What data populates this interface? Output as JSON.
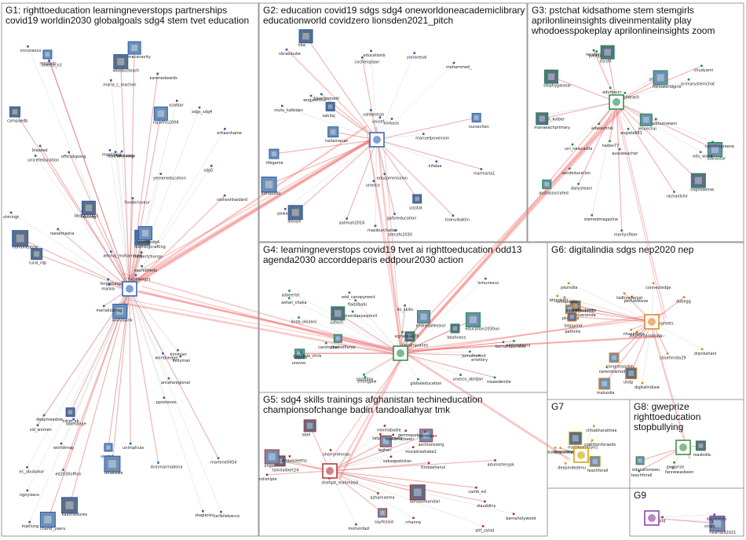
{
  "groups": [
    {
      "id": "G1",
      "lines": [
        "G1: righttoeducation learningneverstops partnerships",
        "covid19 worldin2030 globalgoals sdg4 stem tvet education"
      ]
    },
    {
      "id": "G2",
      "lines": [
        "G2: education covid19 sdgs sdg4 oneworldoneacademiclibrary",
        "educationworld covidzero lionsden2021_pitch"
      ]
    },
    {
      "id": "G3",
      "lines": [
        "G3: pstchat kidsathome stem stemgirls",
        "aprilonlineinsights diveinmentality play",
        "whodoesspokeplay aprilonlineinsights zoom"
      ]
    },
    {
      "id": "G4",
      "lines": [
        "G4: learningneverstops covid19 tvet ai righttoeducation odd13",
        "agenda2030 accorddeparis eddpour2030 action"
      ]
    },
    {
      "id": "G5",
      "lines": [
        "G5: sdg4 skills trainings afghanistan techineducation",
        "championsofchange badin tandoallahyar tmk"
      ]
    },
    {
      "id": "G6",
      "lines": [
        "G6: digitalindia sdgs nep2020 nep"
      ]
    },
    {
      "id": "G7",
      "lines": [
        "G7"
      ]
    },
    {
      "id": "G8",
      "lines": [
        "G8: gweprize",
        "righttoeducation",
        "stopbullying"
      ]
    },
    {
      "id": "G9",
      "lines": [
        "G9"
      ]
    }
  ],
  "nodes": {
    "G1": [
      "worldbank",
      "unicefeducation",
      "malala",
      "ec_abubakar",
      "learningcrafting",
      "labchange",
      "karenedwards",
      "marcussop",
      "rajiathis2006",
      "fridlewright",
      "unesco_ict",
      "carlbilebanco",
      "rural_rdp",
      "erhaanhame",
      "marializarrag",
      "yemeneducation",
      "charef_yaaru",
      "masdino4",
      "fonderlcoeur",
      "deepmeadow",
      "hovicog",
      "ngoyiseco",
      "ed2030office",
      "leachonliving",
      "unstatsdg4",
      "kellyman",
      "blaseed",
      "maria_c_machon",
      "nomoneatew",
      "worldsedge",
      "rasheshhaidard",
      "forglobalgoals",
      "uisstat",
      "aminaj_mohammed",
      "officialspong",
      "ozaldar",
      "cdrm_sb",
      "staglanini",
      "marlene0454",
      "kiminian",
      "imaconavity",
      "bbstatistacs",
      "raesemasha",
      "ppostevex",
      "kaalthedures",
      "shiningt",
      "herbertchongo",
      "mjellung",
      "umareale",
      "saurabhedu",
      "sid_women",
      "sdg5",
      "campaedb",
      "ancefaregional",
      "dvinmarmadona",
      "worldimap",
      "reddlads",
      "cnnunesco",
      "unimplicas",
      "sdgs_sdg4",
      "wbeducteach"
    ],
    "G2": [
      "hallamanas",
      "mutu_kalkidan",
      "bluemoonekt",
      "mohammed_",
      "nba",
      "yonanesal",
      "cochenglaan",
      "unicef",
      "bordersllo",
      "unesco",
      "aalimah2016",
      "kifalaa",
      "sahilaj",
      "pawaleyar",
      "nbraolouke",
      "wogjaefrica",
      "iifegame",
      "sahbeshan",
      "gpforeducation",
      "kinkoza",
      "alouya",
      "manuelpovenson",
      "marmaria1",
      "masiburchaiter",
      "nursechen",
      "educommission",
      "toanuibaklin",
      "stenzfo2030",
      "uisstat",
      "educationb"
    ],
    "G3": [
      "alanastar",
      "malbournetem",
      "rachaelishr",
      "angiela881",
      "cognosense",
      "steven_kolber",
      "marilynfleer",
      "pstchat",
      "helloworldgirls",
      "uni_newcastle",
      "recatoria",
      "camdengreene",
      "manaeachprimary",
      "oecdeducation",
      "dailysteam",
      "stemedmagazine",
      "jessechai",
      "primarystemchat",
      "adwiechnik",
      "edu_wand",
      "stephygalsear",
      "teacherach",
      "nadav77",
      "paulganey4",
      "austassociated",
      "aussieeachat",
      "chudyami",
      "aduniescr",
      "sscott"
    ],
    "G4": [
      "unevoc",
      "lcmunesco",
      "ilo_skills",
      "fiadzibabi",
      "kbahness",
      "carolndoei",
      "roseedemile",
      "strongjaw",
      "education2030un",
      "ashan_chaka",
      "sepbas",
      "globaleducation",
      "ustoch",
      "edd_canopyreect",
      "bernardbertelle",
      "jomulhermit",
      "pkastelfleroo",
      "mandela_chris",
      "kddmakama",
      "mondaeyesjmvil",
      "laadjmjuanes",
      "linda_okulani",
      "erietlory",
      "sighereab75",
      "endreaallessior",
      "asbeerist",
      "sazouloy",
      "unesco_abidjan"
    ],
    "G5": [
      "sayfezaid",
      "talpurmehmoor",
      "adumisterypk",
      "sherryrehman",
      "tamilaibert24",
      "mohsinfazl",
      "camb_ed",
      "gemreport",
      "leghari",
      "sabaqpakistan",
      "shafqat_mahmood",
      "muradrashaba1",
      "lamsoorkandari",
      "davidmackeen",
      "rollshipie",
      "monliabadie",
      "aschlanszerg",
      "engypseeths",
      "azharnaema",
      "barnaholywood",
      "ebel",
      "altf_zahid",
      "ziauddiny",
      "rrhanna",
      "ungai",
      "microtean",
      "tlmkeehanul"
    ],
    "G6": [
      "malsodia",
      "connectedge",
      "cbsehindia29",
      "bhjpdelhi",
      "improvenenda",
      "unidpindia",
      "aduminiondindia",
      "digitalindiaw",
      "pkedupa",
      "pkoindia",
      "mygovindia",
      "sadhanaspectis",
      "lolgovind",
      "narendramodi",
      "nhsaldbms",
      "drpnkahani",
      "congressorbjp",
      "perkalisteve",
      "dobegg",
      "poneogreets",
      "uhdp",
      "pathnlis",
      "tadhyadanjat"
    ],
    "G7": [
      "teachforall",
      "deepindedenu",
      "deepindependon",
      "chhabharaithee",
      "mathewtinsyns",
      "aunipasumnel",
      "coalitionforaeds"
    ],
    "G8": [
      "educationewu",
      "gweprize",
      "teachforall",
      "fannewasbeen",
      "roaskidla"
    ],
    "G9": [
      "newhaid2021",
      "applesedu",
      "world",
      "cnipp"
    ]
  }
}
